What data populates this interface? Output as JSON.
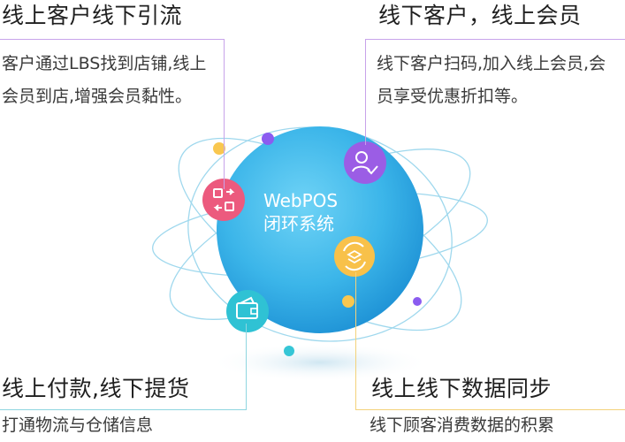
{
  "center": {
    "line1": "WebPOS",
    "line2": "闭环系统"
  },
  "sections": {
    "top_left": {
      "title": "线上客户线下引流",
      "desc": "客户通过LBS找到店铺,线上会员到店,增强会员黏性。"
    },
    "top_right": {
      "title": "线下客户，线上会员",
      "desc": "线下客户扫码,加入线上会员,会员享受优惠折扣等。"
    },
    "bottom_left": {
      "title": "线上付款,线下提货",
      "desc": "打通物流与仓储信息"
    },
    "bottom_right": {
      "title": "线上线下数据同步",
      "desc": "线下顾客消费数据的积累"
    }
  },
  "icons": {
    "top_left": "exchange-icon",
    "top_right": "users-check-icon",
    "center_right": "sync-layers-icon",
    "bottom_left": "wallet-icon"
  },
  "colors": {
    "globe": "#3fb6e8",
    "pink": "#ec5a7e",
    "purple": "#9b5de5",
    "yellow": "#f9c74f",
    "teal": "#36c6d6",
    "purple_line": "#b38be6",
    "yellow_line": "#f3cf6f",
    "teal_line": "#7fd3de"
  }
}
